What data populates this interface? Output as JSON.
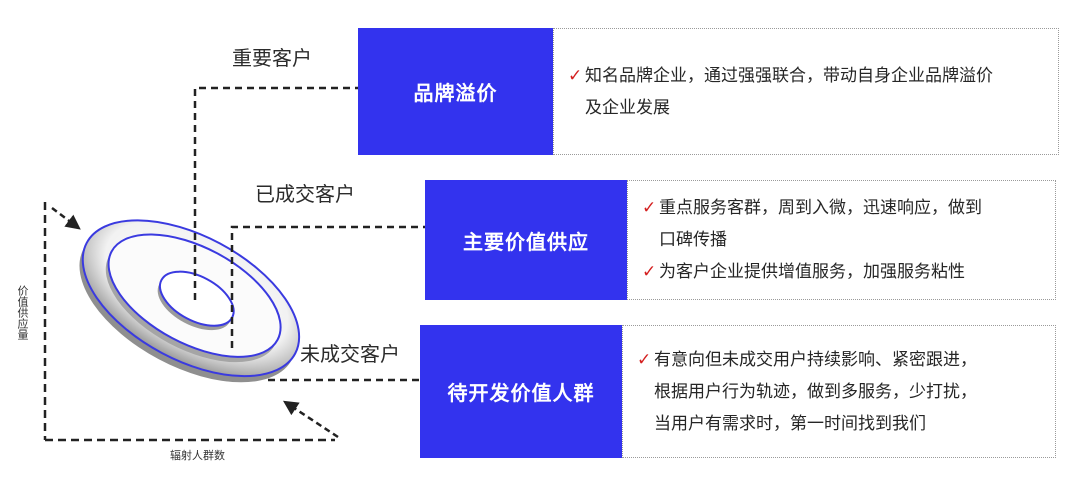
{
  "axes": {
    "y_label": "价值供应量",
    "x_label": "辐射人群数"
  },
  "tiers": [
    {
      "group_label": "重要客户",
      "box_title": "品牌溢价",
      "lines": [
        {
          "check": true,
          "text": "知名品牌企业，通过强强联合，带动自身企业品牌溢价"
        },
        {
          "check": false,
          "text": "及企业发展"
        }
      ]
    },
    {
      "group_label": "已成交客户",
      "box_title": "主要价值供应",
      "lines": [
        {
          "check": true,
          "text": "重点服务客群，周到入微，迅速响应，做到"
        },
        {
          "check": false,
          "text": "口碑传播"
        },
        {
          "check": true,
          "text": "为客户企业提供增值服务，加强服务粘性"
        }
      ]
    },
    {
      "group_label": "未成交客户",
      "box_title": "待开发价值人群",
      "lines": [
        {
          "check": true,
          "text": "有意向但未成交用户持续影响、紧密跟进，"
        },
        {
          "check": false,
          "text": "根据用户行为轨迹，做到多服务，少打扰，"
        },
        {
          "check": false,
          "text": "当用户有需求时，第一时间找到我们"
        }
      ]
    }
  ],
  "colors": {
    "box_fill": "#3333ee",
    "check_mark": "#d42020",
    "ring_stroke": "#3a3ae0"
  }
}
